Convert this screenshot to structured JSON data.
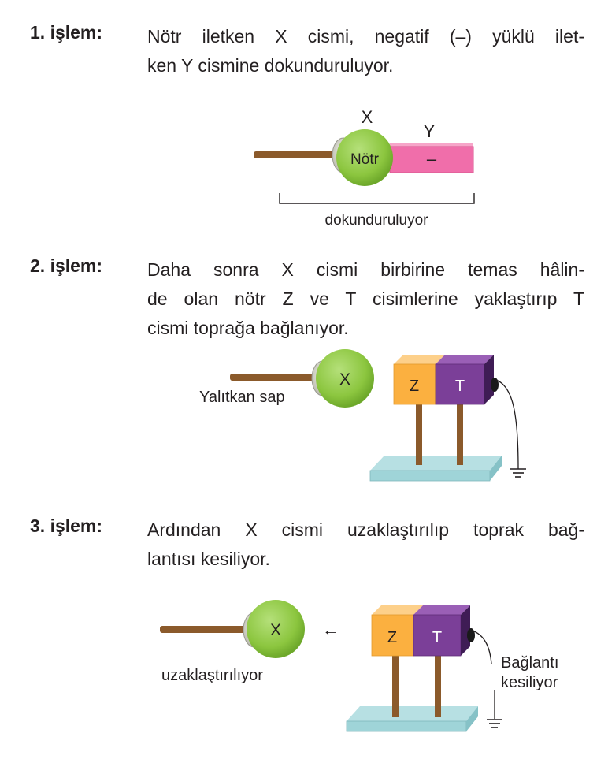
{
  "steps": [
    {
      "label": "1. işlem:",
      "lines": [
        "Nötr iletken X cismi, negatif (–) yüklü ilet-",
        "ken Y cismine dokunduruluyor."
      ]
    },
    {
      "label": "2. işlem:",
      "lines": [
        "Daha sonra X cismi birbirine temas hâlin-",
        "de olan nötr Z ve T cisimlerine yaklaştırıp T",
        "cismi toprağa bağlanıyor."
      ]
    },
    {
      "label": "3. işlem:",
      "lines": [
        "Ardından X cismi uzaklaştırılıp toprak bağ-",
        "lantısı kesiliyor."
      ]
    }
  ],
  "diagram1": {
    "x_label": "X",
    "y_label": "Y",
    "sphere_text": "Nötr",
    "box_text": "–",
    "bracket_label": "dokunduruluyor"
  },
  "diagram2": {
    "sphere_text": "X",
    "handle_label": "Yalıtkan sap",
    "z_label": "Z",
    "t_label": "T"
  },
  "diagram3": {
    "sphere_text": "X",
    "arrow_text": "←",
    "moving_label": "uzaklaştırılıyor",
    "z_label": "Z",
    "t_label": "T",
    "cut_label_line1": "Bağlantı",
    "cut_label_line2": "kesiliyor"
  },
  "colors": {
    "sphere": "#8cc63f",
    "rod": "#8b5a2b",
    "y_box": "#f06eaa",
    "z_box": "#fbb040",
    "t_box": "#7b3f98",
    "base": "#9fd4d8"
  }
}
